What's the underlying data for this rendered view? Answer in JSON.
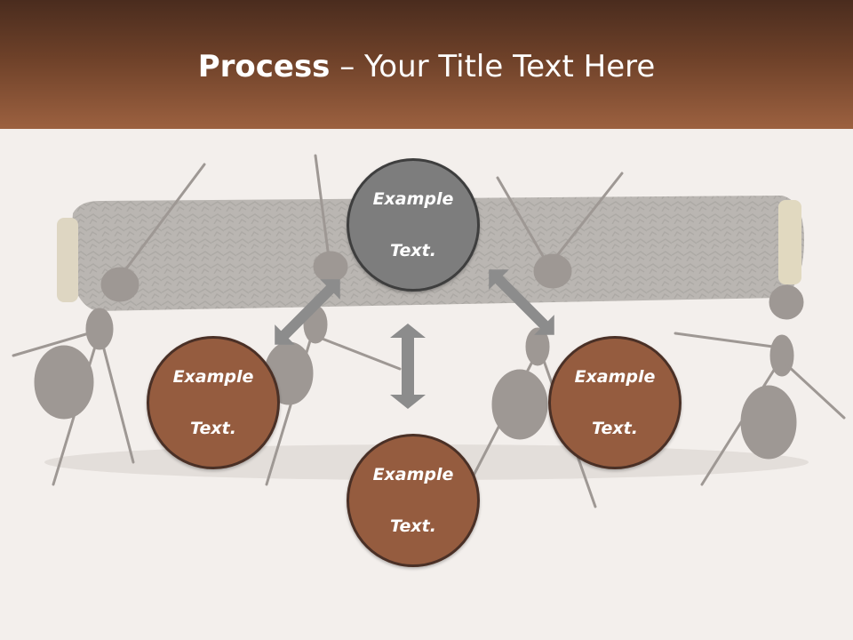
{
  "slide": {
    "title_bold": "Process",
    "title_rest": " – Your Title Text Here"
  },
  "nodes": {
    "center": {
      "line1": "Example",
      "line2": "Text."
    },
    "left": {
      "line1": "Example",
      "line2": "Text."
    },
    "right": {
      "line1": "Example",
      "line2": "Text."
    },
    "bottom": {
      "line1": "Example",
      "line2": "Text."
    }
  },
  "colors": {
    "header_dark": "#4a2c1e",
    "header_light": "#9c6140",
    "node_brown": "#955c3f",
    "node_gray": "#7d7d7d",
    "arrow_gray": "#8c8c8c"
  },
  "icons": [
    "ants-carrying-log-illustration",
    "double-arrow-icon"
  ]
}
